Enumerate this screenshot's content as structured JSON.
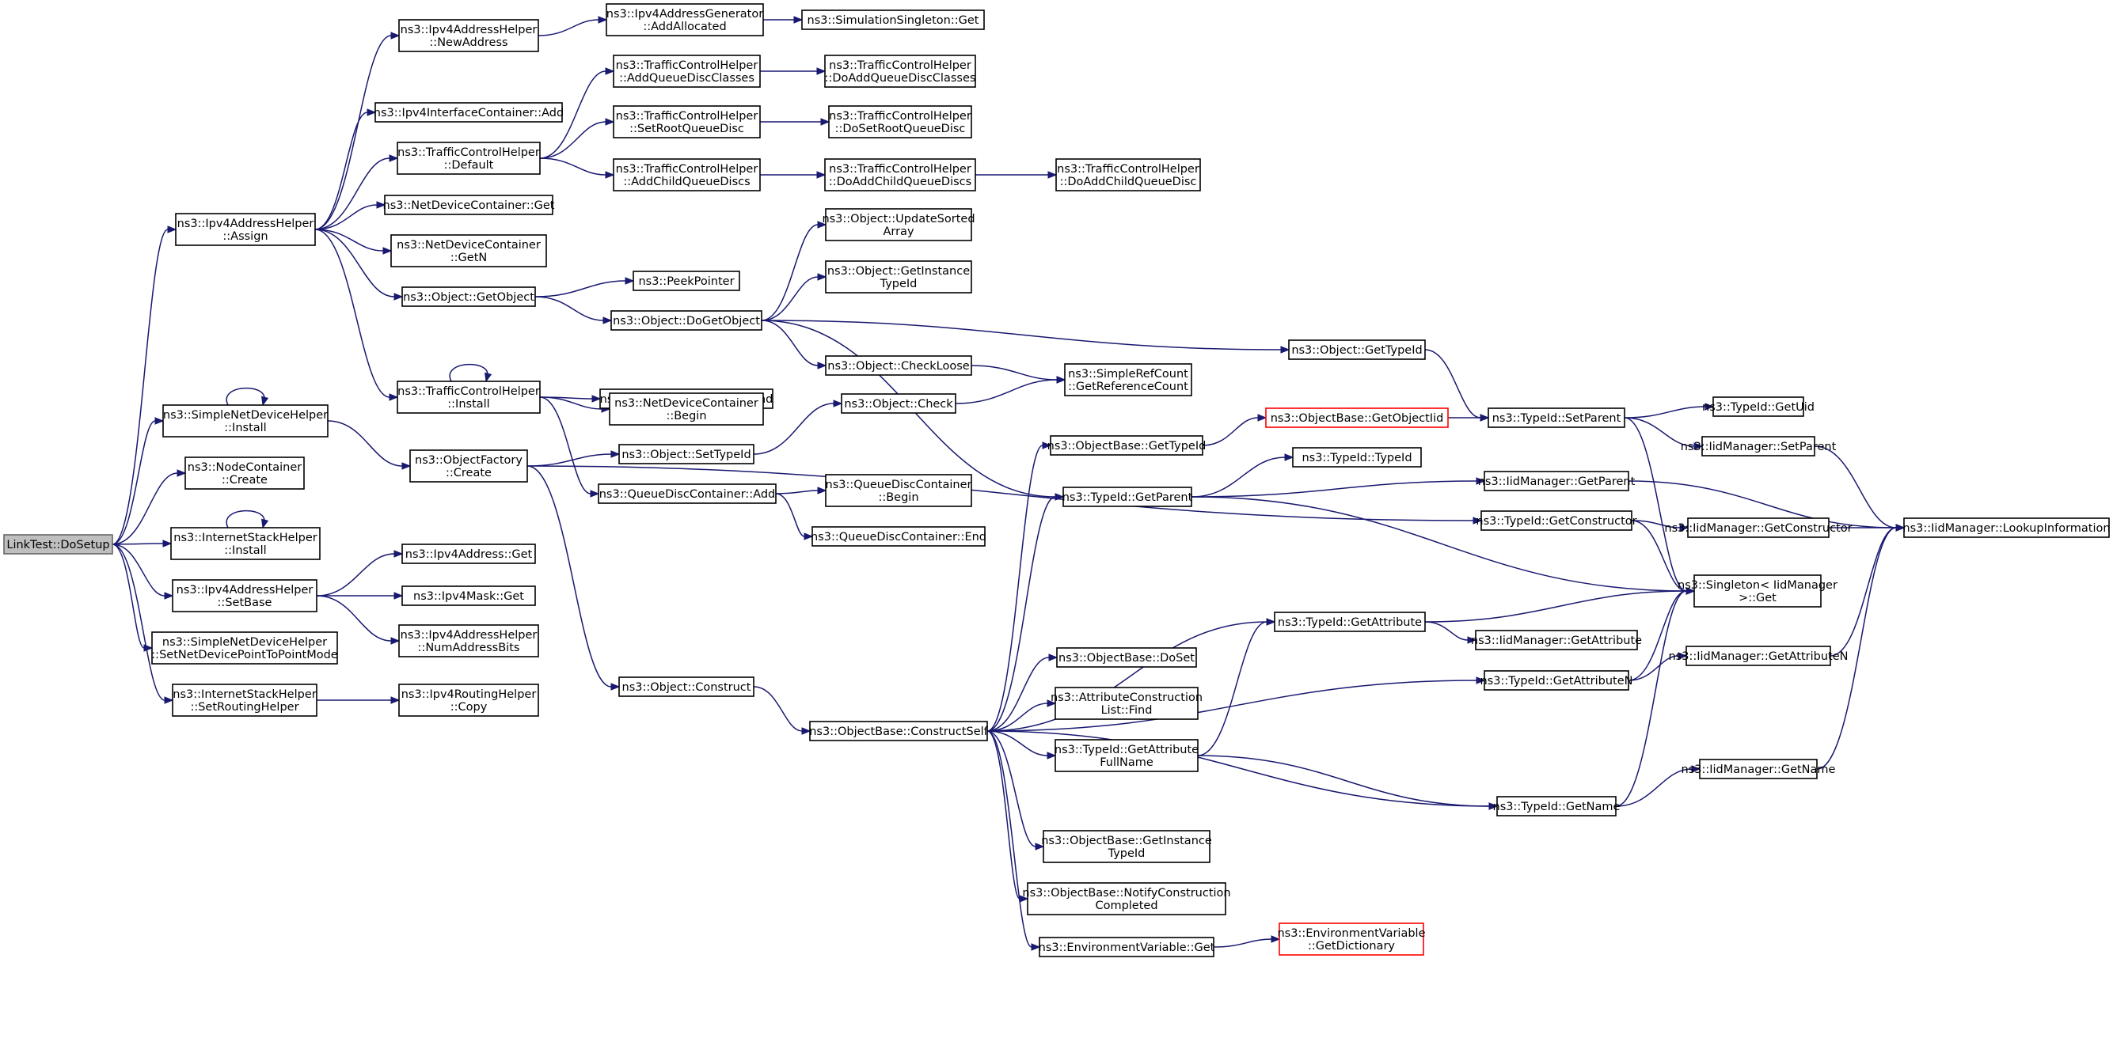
{
  "graph": {
    "root": "n_root",
    "colors": {
      "edge": "#191970",
      "root_fill": "#bfbfbf",
      "node_border": "#000000",
      "truncated_border": "#ff0000"
    },
    "nodes": [
      {
        "id": "n_root",
        "lines": [
          "LinkTest::DoSetup"
        ],
        "root": true
      },
      {
        "id": "n_snd_install",
        "lines": [
          "ns3::SimpleNetDeviceHelper",
          "::Install"
        ]
      },
      {
        "id": "n_nc_create",
        "lines": [
          "ns3::NodeContainer",
          "::Create"
        ]
      },
      {
        "id": "n_ish_install",
        "lines": [
          "ns3::InternetStackHelper",
          "::Install"
        ]
      },
      {
        "id": "n_iah_setbase",
        "lines": [
          "ns3::Ipv4AddressHelper",
          "::SetBase"
        ]
      },
      {
        "id": "n_snd_p2p",
        "lines": [
          "ns3::SimpleNetDeviceHelper",
          "::SetNetDevicePointToPointMode"
        ]
      },
      {
        "id": "n_ish_routing",
        "lines": [
          "ns3::InternetStackHelper",
          "::SetRoutingHelper"
        ]
      },
      {
        "id": "n_iah_assign",
        "lines": [
          "ns3::Ipv4AddressHelper",
          "::Assign"
        ]
      },
      {
        "id": "n_iah_newaddr",
        "lines": [
          "ns3::Ipv4AddressHelper",
          "::NewAddress"
        ]
      },
      {
        "id": "n_iag_alloc",
        "lines": [
          "ns3::Ipv4AddressGenerator",
          "::AddAllocated"
        ]
      },
      {
        "id": "n_sing_get",
        "lines": [
          "ns3::SimulationSingleton::Get"
        ]
      },
      {
        "id": "n_iic_add",
        "lines": [
          "ns3::Ipv4InterfaceContainer::Add"
        ]
      },
      {
        "id": "n_tch_default",
        "lines": [
          "ns3::TrafficControlHelper",
          "::Default"
        ]
      },
      {
        "id": "n_tch_addqdc",
        "lines": [
          "ns3::TrafficControlHelper",
          "::AddQueueDiscClasses"
        ]
      },
      {
        "id": "n_tch_doaddqdc",
        "lines": [
          "ns3::TrafficControlHelper",
          "::DoAddQueueDiscClasses"
        ]
      },
      {
        "id": "n_tch_setroot",
        "lines": [
          "ns3::TrafficControlHelper",
          "::SetRootQueueDisc"
        ]
      },
      {
        "id": "n_tch_dosetroot",
        "lines": [
          "ns3::TrafficControlHelper",
          "::DoSetRootQueueDisc"
        ]
      },
      {
        "id": "n_tch_addchild",
        "lines": [
          "ns3::TrafficControlHelper",
          "::AddChildQueueDiscs"
        ]
      },
      {
        "id": "n_tch_doaddchilds",
        "lines": [
          "ns3::TrafficControlHelper",
          "::DoAddChildQueueDiscs"
        ]
      },
      {
        "id": "n_tch_doaddchild",
        "lines": [
          "ns3::TrafficControlHelper",
          "::DoAddChildQueueDisc"
        ]
      },
      {
        "id": "n_ndc_get",
        "lines": [
          "ns3::NetDeviceContainer::Get"
        ]
      },
      {
        "id": "n_ndc_getn",
        "lines": [
          "ns3::NetDeviceContainer",
          "::GetN"
        ]
      },
      {
        "id": "n_obj_getobject",
        "lines": [
          "ns3::Object::GetObject"
        ]
      },
      {
        "id": "n_peekpointer",
        "lines": [
          "ns3::PeekPointer"
        ]
      },
      {
        "id": "n_obj_dogetobject",
        "lines": [
          "ns3::Object::DoGetObject"
        ]
      },
      {
        "id": "n_obj_updatesorted",
        "lines": [
          "ns3::Object::UpdateSorted",
          "Array"
        ]
      },
      {
        "id": "n_obj_getinsttid",
        "lines": [
          "ns3::Object::GetInstance",
          "TypeId"
        ]
      },
      {
        "id": "n_obj_gettypeid",
        "lines": [
          "ns3::Object::GetTypeId"
        ]
      },
      {
        "id": "n_obj_checkloose",
        "lines": [
          "ns3::Object::CheckLoose"
        ]
      },
      {
        "id": "n_src_getref",
        "lines": [
          "ns3::SimpleRefCount",
          "::GetReferenceCount"
        ]
      },
      {
        "id": "n_tch_install",
        "lines": [
          "ns3::TrafficControlHelper",
          "::Install"
        ]
      },
      {
        "id": "n_ndc_end",
        "lines": [
          "ns3::NetDeviceContainer::End"
        ]
      },
      {
        "id": "n_ndc_begin",
        "lines": [
          "ns3::NetDeviceContainer",
          "::Begin"
        ]
      },
      {
        "id": "n_obj_check",
        "lines": [
          "ns3::Object::Check"
        ]
      },
      {
        "id": "n_of_create",
        "lines": [
          "ns3::ObjectFactory",
          "::Create"
        ]
      },
      {
        "id": "n_obj_settypeid",
        "lines": [
          "ns3::Object::SetTypeId"
        ]
      },
      {
        "id": "n_qdc_add",
        "lines": [
          "ns3::QueueDiscContainer::Add"
        ]
      },
      {
        "id": "n_qdc_begin",
        "lines": [
          "ns3::QueueDiscContainer",
          "::Begin"
        ]
      },
      {
        "id": "n_qdc_end",
        "lines": [
          "ns3::QueueDiscContainer::End"
        ]
      },
      {
        "id": "n_ob_gettypeid",
        "lines": [
          "ns3::ObjectBase::GetTypeId"
        ]
      },
      {
        "id": "n_ob_getobjectiid",
        "lines": [
          "ns3::ObjectBase::GetObjectIid"
        ],
        "truncated": true
      },
      {
        "id": "n_tid_setparent",
        "lines": [
          "ns3::TypeId::SetParent"
        ]
      },
      {
        "id": "n_tid_getuid",
        "lines": [
          "ns3::TypeId::GetUid"
        ]
      },
      {
        "id": "n_iid_setparent",
        "lines": [
          "ns3::IidManager::SetParent"
        ]
      },
      {
        "id": "n_tid_typeid",
        "lines": [
          "ns3::TypeId::TypeId"
        ]
      },
      {
        "id": "n_tid_getparent",
        "lines": [
          "ns3::TypeId::GetParent"
        ]
      },
      {
        "id": "n_iid_getparent",
        "lines": [
          "ns3::IidManager::GetParent"
        ]
      },
      {
        "id": "n_iid_lookup",
        "lines": [
          "ns3::IidManager::LookupInformation"
        ]
      },
      {
        "id": "n_tid_getconstructor",
        "lines": [
          "ns3::TypeId::GetConstructor"
        ]
      },
      {
        "id": "n_iid_getconstructor",
        "lines": [
          "ns3::IidManager::GetConstructor"
        ]
      },
      {
        "id": "n_singleton_get",
        "lines": [
          "ns3::Singleton< IidManager",
          ">::Get"
        ]
      },
      {
        "id": "n_ipv4addr_get",
        "lines": [
          "ns3::Ipv4Address::Get"
        ]
      },
      {
        "id": "n_ipv4mask_get",
        "lines": [
          "ns3::Ipv4Mask::Get"
        ]
      },
      {
        "id": "n_iah_numbits",
        "lines": [
          "ns3::Ipv4AddressHelper",
          "::NumAddressBits"
        ]
      },
      {
        "id": "n_irh_copy",
        "lines": [
          "ns3::Ipv4RoutingHelper",
          "::Copy"
        ]
      },
      {
        "id": "n_obj_construct",
        "lines": [
          "ns3::Object::Construct"
        ]
      },
      {
        "id": "n_ob_constructself",
        "lines": [
          "ns3::ObjectBase::ConstructSelf"
        ]
      },
      {
        "id": "n_tid_getattribute",
        "lines": [
          "ns3::TypeId::GetAttribute"
        ]
      },
      {
        "id": "n_iid_getattribute",
        "lines": [
          "ns3::IidManager::GetAttribute"
        ]
      },
      {
        "id": "n_ob_doset",
        "lines": [
          "ns3::ObjectBase::DoSet"
        ]
      },
      {
        "id": "n_acl_find",
        "lines": [
          "ns3::AttributeConstruction",
          "List::Find"
        ]
      },
      {
        "id": "n_tid_getattrfull",
        "lines": [
          "ns3::TypeId::GetAttribute",
          "FullName"
        ]
      },
      {
        "id": "n_tid_getattrn",
        "lines": [
          "ns3::TypeId::GetAttributeN"
        ]
      },
      {
        "id": "n_iid_getattrn",
        "lines": [
          "ns3::IidManager::GetAttributeN"
        ]
      },
      {
        "id": "n_iid_getname",
        "lines": [
          "ns3::IidManager::GetName"
        ]
      },
      {
        "id": "n_tid_getname",
        "lines": [
          "ns3::TypeId::GetName"
        ]
      },
      {
        "id": "n_ob_getinsttid",
        "lines": [
          "ns3::ObjectBase::GetInstance",
          "TypeId"
        ]
      },
      {
        "id": "n_ob_notify",
        "lines": [
          "ns3::ObjectBase::NotifyConstruction",
          "Completed"
        ]
      },
      {
        "id": "n_env_get",
        "lines": [
          "ns3::EnvironmentVariable::Get"
        ]
      },
      {
        "id": "n_env_getdict",
        "lines": [
          "ns3::EnvironmentVariable",
          "::GetDictionary"
        ],
        "truncated": true
      }
    ]
  }
}
